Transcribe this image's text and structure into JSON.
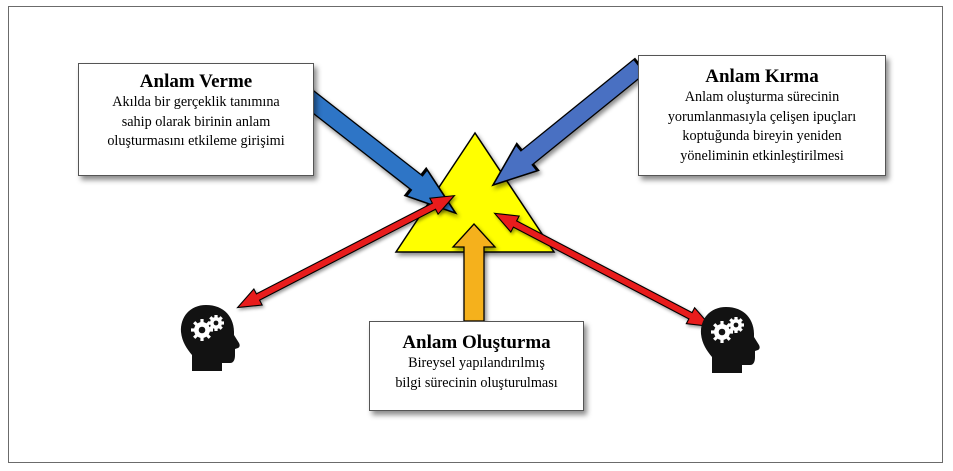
{
  "colors": {
    "triangle": "#ffff00",
    "blue_arrow_left": "#2e75c6",
    "blue_arrow_right": "#4a6fc2",
    "orange_arrow": "#f5b11b",
    "red_arrow": "#e81a1a",
    "head": "#121212"
  },
  "icons": [
    "head-with-gears-icon",
    "head-with-gears-icon"
  ],
  "boxes": {
    "verme": {
      "title": "Anlam Verme",
      "lines": [
        "Akılda bir gerçeklik tanımına",
        "sahip olarak birinin anlam",
        "oluşturmasını etkileme girişimi"
      ]
    },
    "kirma": {
      "title": "Anlam Kırma",
      "lines": [
        "Anlam oluşturma sürecinin",
        "yorumlanmasıyla çelişen ipuçları",
        "koptuğunda bireyin yeniden",
        "yöneliminin etkinleştirilmesi"
      ]
    },
    "olusturma": {
      "title": "Anlam Oluşturma",
      "lines": [
        "Bireysel yapılandırılmış",
        "bilgi sürecinin oluşturulması"
      ]
    }
  }
}
